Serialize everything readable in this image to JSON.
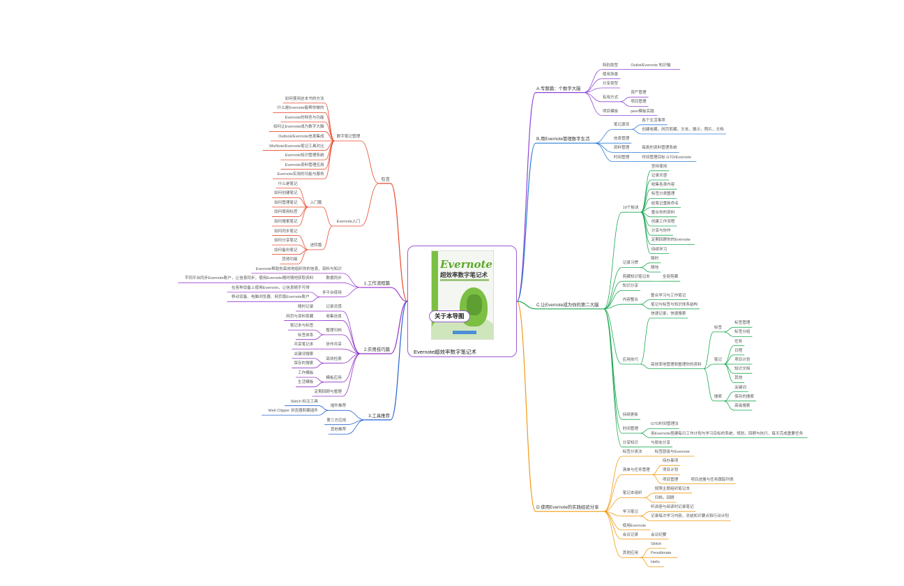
{
  "root": {
    "label": "关于本导图",
    "caption": "Evernote超效率数字笔记术",
    "book": {
      "brand": "Evernote",
      "title": "超效率数字笔记术"
    }
  },
  "colors": {
    "A": "#8e44d6",
    "B": "#2b7bd6",
    "C": "#18a850",
    "D": "#f29a12",
    "L1": "#e8482b",
    "L2": "#a040d0",
    "L3": "#9030c8",
    "L4": "#2560d0"
  },
  "right": [
    {
      "id": "A",
      "label": "A.专题篇：个数字大脑",
      "color": "A",
      "children": [
        {
          "label": "特别类型",
          "children": [
            {
              "label": "Outlet/Evernote 知识输"
            }
          ]
        },
        {
          "label": "使用场景"
        },
        {
          "label": "分享类型"
        },
        {
          "label": "有用方式",
          "children": [
            {
              "label": "资产管理"
            },
            {
              "label": "项目管理"
            }
          ]
        },
        {
          "label": "项目模板",
          "children": [
            {
              "label": "peer模板实践"
            }
          ]
        }
      ]
    },
    {
      "id": "B",
      "label": "B.用Evernote管理数字生活",
      "color": "B",
      "children": [
        {
          "label": "笔记源流",
          "children": [
            {
              "label": "各个生活事项"
            },
            {
              "label": "创建收藏，网页剪藏，文本，展示，照片，文档"
            }
          ]
        },
        {
          "label": "信息管理"
        },
        {
          "label": "资料管理",
          "children": [
            {
              "label": "每类的资料管理系统"
            }
          ]
        },
        {
          "label": "时间管理",
          "children": [
            {
              "label": "时间管理目标 GTD/Evernote"
            }
          ]
        }
      ]
    },
    {
      "id": "C",
      "label": "C.让Evernote成为你的第二大脑",
      "color": "C",
      "children": [
        {
          "label": "10个秘诀",
          "children": [
            {
              "label": "坚持使用"
            },
            {
              "label": "记录灵感"
            },
            {
              "label": "收集各类内容"
            },
            {
              "label": "标签分类整理"
            },
            {
              "label": "给笔记重新命名"
            },
            {
              "label": "整合你的资料"
            },
            {
              "label": "创建工作流程"
            },
            {
              "label": "分享与协作"
            },
            {
              "label": "定期回顾你的Evernote"
            },
            {
              "label": "持续学习"
            }
          ]
        },
        {
          "label": "记录习惯",
          "children": [
            {
              "label": "随时"
            },
            {
              "label": "随地"
            }
          ]
        },
        {
          "label": "剪藏知识笔记本",
          "children": [
            {
              "label": "全部剪藏"
            }
          ]
        },
        {
          "label": "知识分享"
        },
        {
          "label": "内容整合",
          "children": [
            {
              "label": "整合学习与工作笔记"
            },
            {
              "label": "笔记与标签与知识体系结构"
            }
          ]
        },
        {
          "label": "应用技巧",
          "children": [
            {
              "label": "快速记录，快速搜索"
            },
            {
              "label": "高效率地管理和整理你的资料",
              "children": [
                {
                  "label": "标签",
                  "children": [
                    {
                      "label": "标签管理"
                    },
                    {
                      "label": "标签分组"
                    }
                  ]
                },
                {
                  "label": "笔记",
                  "children": [
                    {
                      "label": "任务"
                    },
                    {
                      "label": "日程"
                    },
                    {
                      "label": "项目计划"
                    },
                    {
                      "label": "知识文档"
                    },
                    {
                      "label": "其他"
                    }
                  ]
                },
                {
                  "label": "搜索",
                  "children": [
                    {
                      "label": "关键词"
                    },
                    {
                      "label": "保存的搜索"
                    },
                    {
                      "label": "高级搜索"
                    }
                  ]
                }
              ]
            }
          ]
        },
        {
          "label": "持续更新"
        },
        {
          "label": "时间管理",
          "children": [
            {
              "label": "GTD时间管理法"
            },
            {
              "label": "用Evernote搭建每日工作计划与学习目标的系统，规划，回顾与执行，每天完成重要任务"
            }
          ]
        },
        {
          "label": "分享知识",
          "children": [
            {
              "label": "与朋友分享"
            }
          ]
        }
      ]
    },
    {
      "id": "D",
      "label": "D.使用Evernote的实践经验分享",
      "color": "D",
      "children": [
        {
          "label": "标签分类法",
          "children": [
            {
              "label": "标签层级与Evernote"
            }
          ]
        },
        {
          "label": "清单与任务管理",
          "children": [
            {
              "label": "待办事项"
            },
            {
              "label": "项目计划"
            },
            {
              "label": "项目管理",
              "children": [
                {
                  "label": "项目进展与任务跟踪列表"
                }
              ]
            }
          ]
        },
        {
          "label": "笔记本组织",
          "children": [
            {
              "label": "按照主题组织笔记本"
            },
            {
              "label": "归档，回顾"
            }
          ]
        },
        {
          "label": "学习笔记",
          "children": [
            {
              "label": "听讲座与阅读时记录笔记"
            },
            {
              "label": "记录每次学习内容，总结知识要点和行动计划"
            }
          ]
        },
        {
          "label": "使用Evernote"
        },
        {
          "label": "会议记录",
          "children": [
            {
              "label": "会议纪要"
            }
          ]
        },
        {
          "label": "其他应用",
          "children": [
            {
              "label": "Skitch"
            },
            {
              "label": "Penultimate"
            },
            {
              "label": "Hello"
            }
          ]
        }
      ]
    }
  ],
  "left": [
    {
      "id": "L1",
      "label": "引言",
      "color": "L1",
      "children": [
        {
          "label": "数字笔记管理",
          "children": [
            {
              "label": "如何使用这本书的方法"
            },
            {
              "label": "什么是Evernote能帮你做的"
            },
            {
              "label": "Evernote的特色与功能"
            },
            {
              "label": "如何让Evernote成为数字大脑"
            },
            {
              "label": "Outlook/Evernote信息集成"
            },
            {
              "label": "WizNote/Evernote笔记工具对比"
            },
            {
              "label": "Evernote知识管理系统"
            },
            {
              "label": "Evernote资料管理应用"
            },
            {
              "label": "Evernote实用的功能与服务"
            }
          ]
        },
        {
          "label": "Evernote入门",
          "children": [
            {
              "label": "入门篇",
              "children": [
                {
                  "label": "什么是笔记"
                },
                {
                  "label": "如何创建笔记"
                },
                {
                  "label": "如何管理笔记"
                },
                {
                  "label": "如何使用标签"
                },
                {
                  "label": "如何搜索笔记"
                }
              ]
            },
            {
              "label": "进阶篇",
              "children": [
                {
                  "label": "如何同步笔记"
                },
                {
                  "label": "如何分享笔记"
                },
                {
                  "label": "如何备份笔记"
                },
                {
                  "label": "其他功能"
                }
              ]
            }
          ]
        }
      ]
    },
    {
      "id": "L2",
      "label": "1.工作流程篇",
      "color": "L2",
      "children": [
        {
          "label": "Evernote帮助你高效地组织你的信息、资料与知识"
        },
        {
          "label": "数据同步",
          "children": [
            {
              "label": "不同平台同步Evernote账户，让信息同步，使用Evernote随时随地获取资料"
            }
          ]
        },
        {
          "label": "多平台使用",
          "children": [
            {
              "label": "在各种设备上使用Evernote，让信息随手可得"
            },
            {
              "label": "移动设备、电脑浏览器、网页版Evernote账户"
            }
          ]
        }
      ]
    },
    {
      "id": "L3",
      "label": "2.实用技巧篇",
      "color": "L3",
      "children": [
        {
          "label": "记录灵感",
          "children": [
            {
              "label": "随时记录"
            }
          ]
        },
        {
          "label": "收集信息",
          "children": [
            {
              "label": "网页与资料剪藏"
            }
          ]
        },
        {
          "label": "整理归档",
          "children": [
            {
              "label": "笔记本与标签"
            },
            {
              "label": "标签体系"
            }
          ]
        },
        {
          "label": "协作共享",
          "children": [
            {
              "label": "共享笔记本"
            }
          ]
        },
        {
          "label": "高效检索",
          "children": [
            {
              "label": "关键词搜索"
            },
            {
              "label": "保存的搜索"
            }
          ]
        },
        {
          "label": "模板应用",
          "children": [
            {
              "label": "工作模板"
            },
            {
              "label": "生活模板"
            }
          ]
        },
        {
          "label": "定期回顾与整理"
        }
      ]
    },
    {
      "id": "L4",
      "label": "3.工具推荐",
      "color": "L4",
      "children": [
        {
          "label": "插件推荐",
          "children": [
            {
              "label": "Skitch 标注工具"
            },
            {
              "label": "Web Clipper 浏览器剪藏插件"
            }
          ]
        },
        {
          "label": "第三方应用"
        },
        {
          "label": "其他推荐"
        }
      ]
    }
  ]
}
